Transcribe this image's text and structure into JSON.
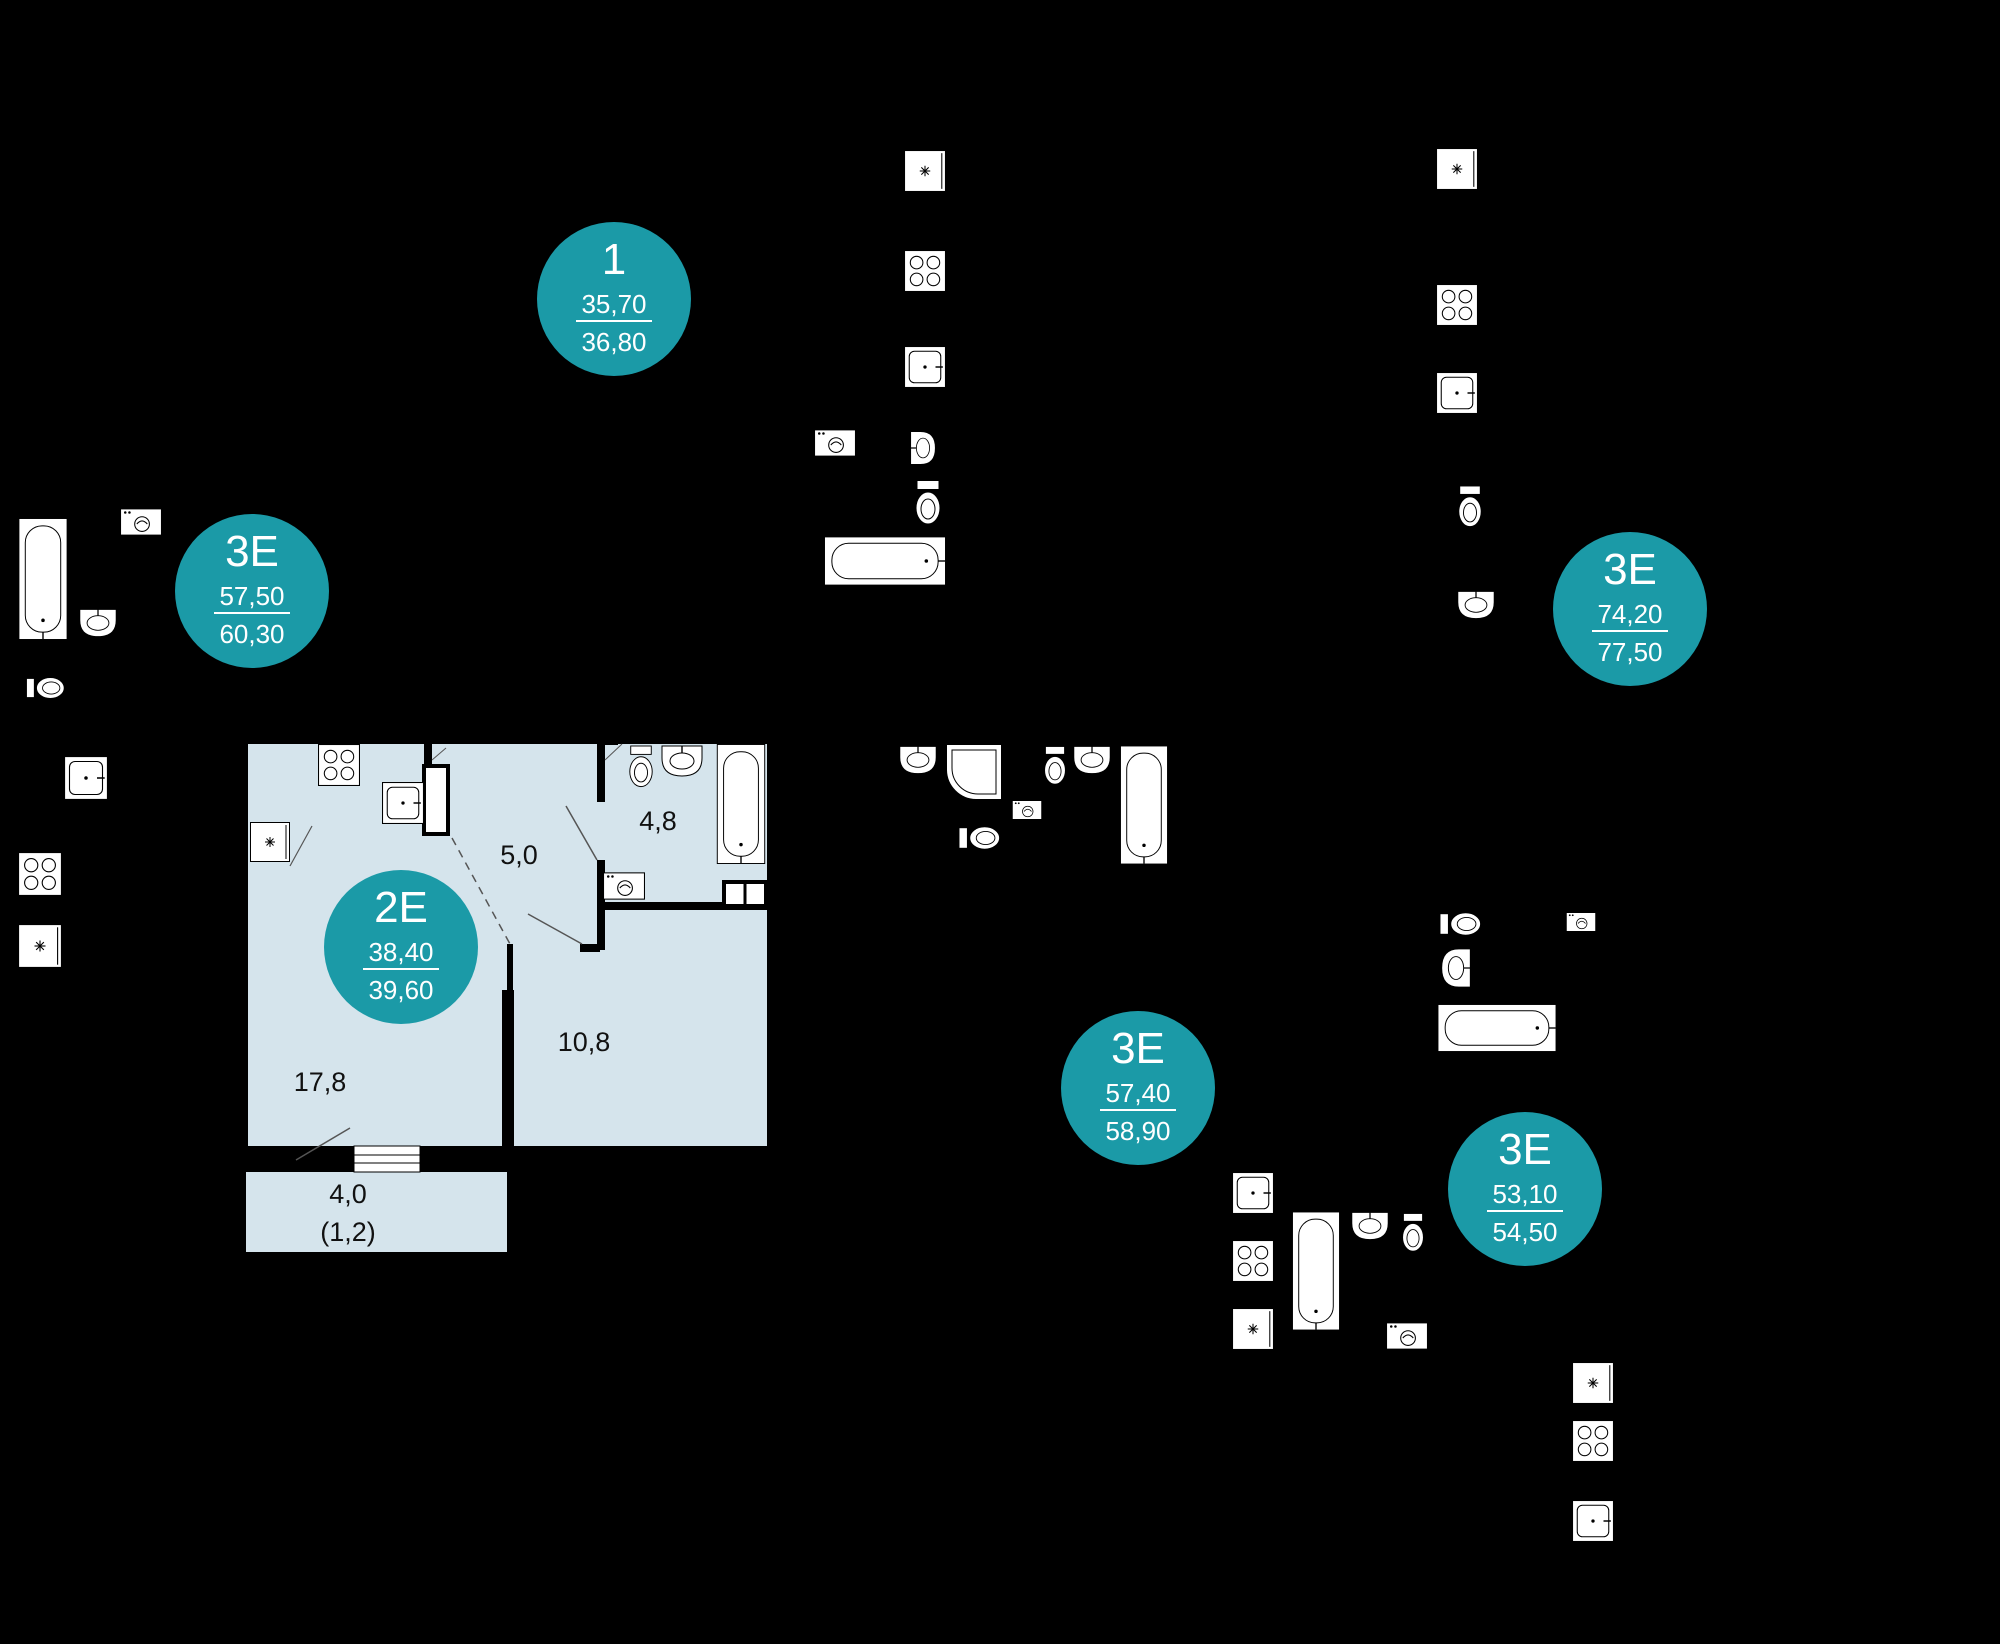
{
  "badges": [
    {
      "type": "1",
      "living_area": "35,70",
      "total_area": "36,80"
    },
    {
      "type": "3Е",
      "living_area": "57,50",
      "total_area": "60,30"
    },
    {
      "type": "3Е",
      "living_area": "74,20",
      "total_area": "77,50"
    },
    {
      "type": "2Е",
      "living_area": "38,40",
      "total_area": "39,60"
    },
    {
      "type": "3Е",
      "living_area": "57,40",
      "total_area": "58,90"
    },
    {
      "type": "3Е",
      "living_area": "53,10",
      "total_area": "54,50"
    }
  ],
  "rooms": {
    "bathroom": "4,8",
    "hallway": "5,0",
    "bedroom": "10,8",
    "living_room": "17,8",
    "balcony": "4,0",
    "balcony_reduced": "(1,2)"
  },
  "colors": {
    "background": "#000000",
    "floor": "#d5e4ec",
    "badge": "#1b9aa7",
    "wall": "#000000",
    "fixture_fill": "#ffffff"
  }
}
